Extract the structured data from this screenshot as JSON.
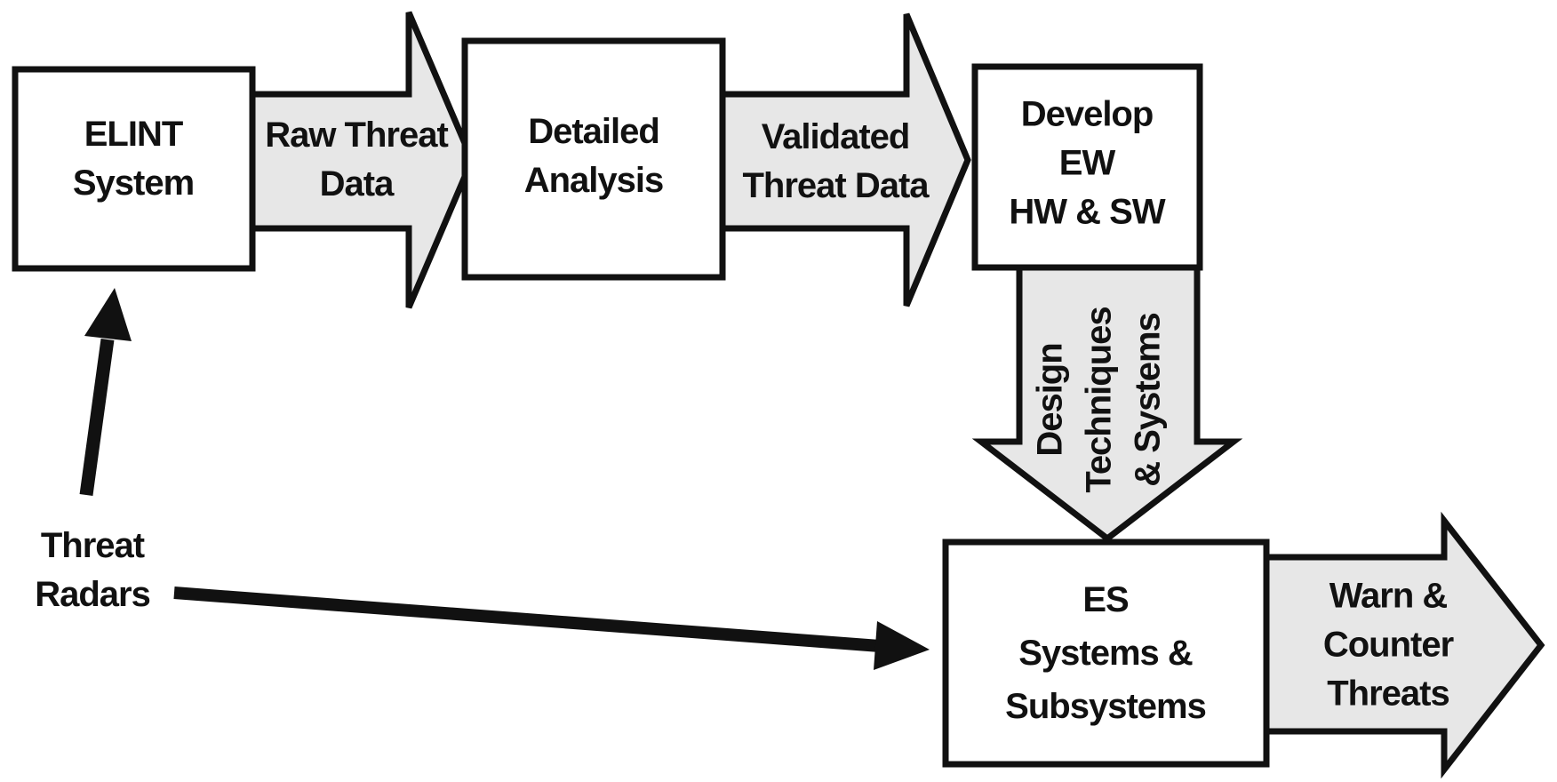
{
  "diagram": {
    "colors": {
      "background": "#ffffff",
      "stroke": "#111111",
      "arrow_fill": "#e7e7e7",
      "box_fill": "#ffffff",
      "text": "#111111"
    },
    "boxes": {
      "elint": {
        "lines": [
          "ELINT",
          "System"
        ]
      },
      "detailed_analysis": {
        "lines": [
          "Detailed",
          "Analysis"
        ]
      },
      "develop_ew": {
        "lines": [
          "Develop",
          "EW",
          "HW & SW"
        ]
      },
      "es_systems": {
        "lines": [
          "ES",
          "Systems &",
          "Subsystems"
        ]
      }
    },
    "flow_arrows": {
      "raw_threat": {
        "direction": "right",
        "lines": [
          "Raw Threat",
          "Data"
        ]
      },
      "validated_threat": {
        "direction": "right",
        "lines": [
          "Validated",
          "Threat Data"
        ]
      },
      "design_techniques": {
        "direction": "down",
        "lines": [
          "Design",
          "Techniques",
          "& Systems"
        ]
      },
      "warn_counter": {
        "direction": "right",
        "lines": [
          "Warn &",
          "Counter",
          "Threats"
        ]
      }
    },
    "external_label": {
      "lines": [
        "Threat",
        "Radars"
      ]
    }
  }
}
